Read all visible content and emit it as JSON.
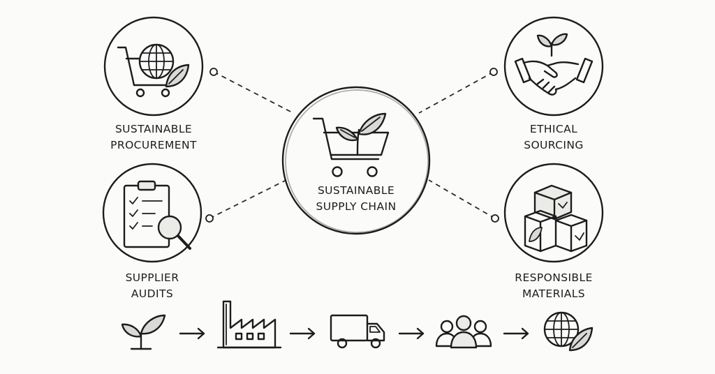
{
  "center": {
    "line1": "SUSTAINABLE",
    "line2": "SUPPLY CHAIN",
    "icon": "cart-sprout-icon"
  },
  "nodes": [
    {
      "id": "sustainable-procurement",
      "line1": "SUSTAINABLE",
      "line2": "PROCUREMENT",
      "icon": "cart-globe-leaf-icon"
    },
    {
      "id": "ethical-sourcing",
      "line1": "ETHICAL",
      "line2": "SOURCING",
      "icon": "handshake-sprout-icon"
    },
    {
      "id": "supplier-audits",
      "line1": "SUPPLIER",
      "line2": "AUDITS",
      "icon": "clipboard-magnifier-icon"
    },
    {
      "id": "responsible-materials",
      "line1": "RESPONSIBLE",
      "line2": "MATERIALS",
      "icon": "boxes-leaf-icon"
    }
  ],
  "flow": [
    "sprout-icon",
    "factory-icon",
    "delivery-truck-icon",
    "people-group-icon",
    "globe-leaf-icon"
  ],
  "colors": {
    "ink": "#1c1c1c",
    "background": "#fbfbfa",
    "shade": "#d9d9d6"
  }
}
